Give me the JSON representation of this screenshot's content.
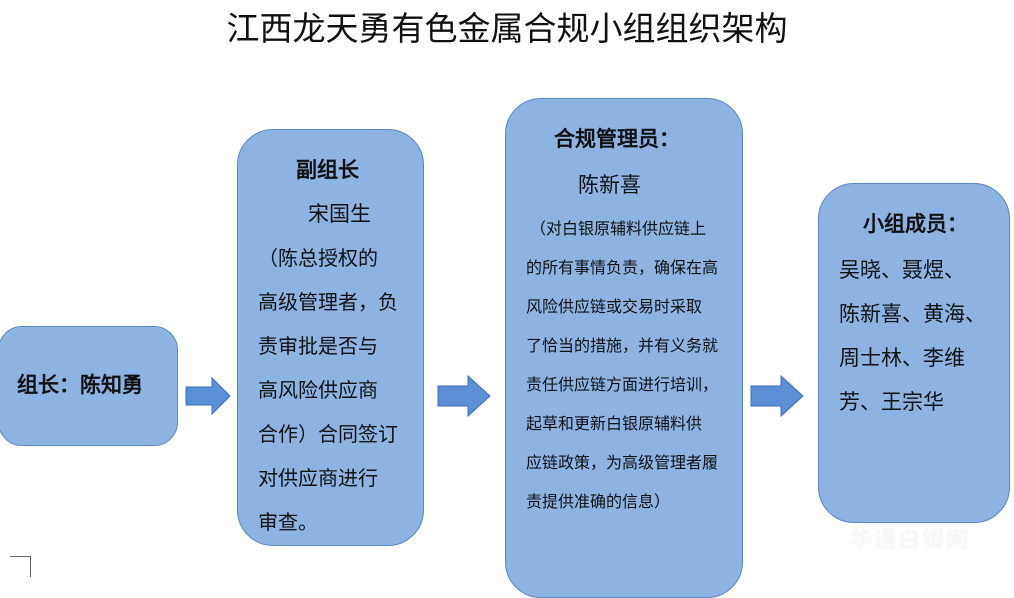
{
  "title": "江西龙天勇有色金属合规小组组织架构",
  "leader": {
    "label": "组长：陈知勇"
  },
  "deputy": {
    "heading": "副组长",
    "name": "宋国生",
    "lines": [
      "（陈总授权的",
      "高级管理者，负",
      "责审批是否与",
      "高风险供应商",
      "合作）合同签订",
      "对供应商进行",
      "审查。"
    ]
  },
  "officer": {
    "heading": "合规管理员：",
    "name": "陈新喜",
    "lines": [
      "（对白银原辅料供应链上",
      "的所有事情负责，确保在高",
      "风险供应链或交易时采取",
      "了恰当的措施，并有义务就",
      "责任供应链方面进行培训，",
      "起草和更新白银原辅料供",
      "应链政策，为高级管理者履",
      "责提供准确的信息）"
    ]
  },
  "members": {
    "heading": "小组成员：",
    "lines": [
      "吴晓、聂煜、",
      "陈新喜、黄海、",
      "周士林、李维",
      "芳、王宗华"
    ]
  },
  "watermark": "华通白银网",
  "colors": {
    "box": "#8db3e2",
    "border": "#5b87c2",
    "arrow": "#5b8fd6"
  }
}
